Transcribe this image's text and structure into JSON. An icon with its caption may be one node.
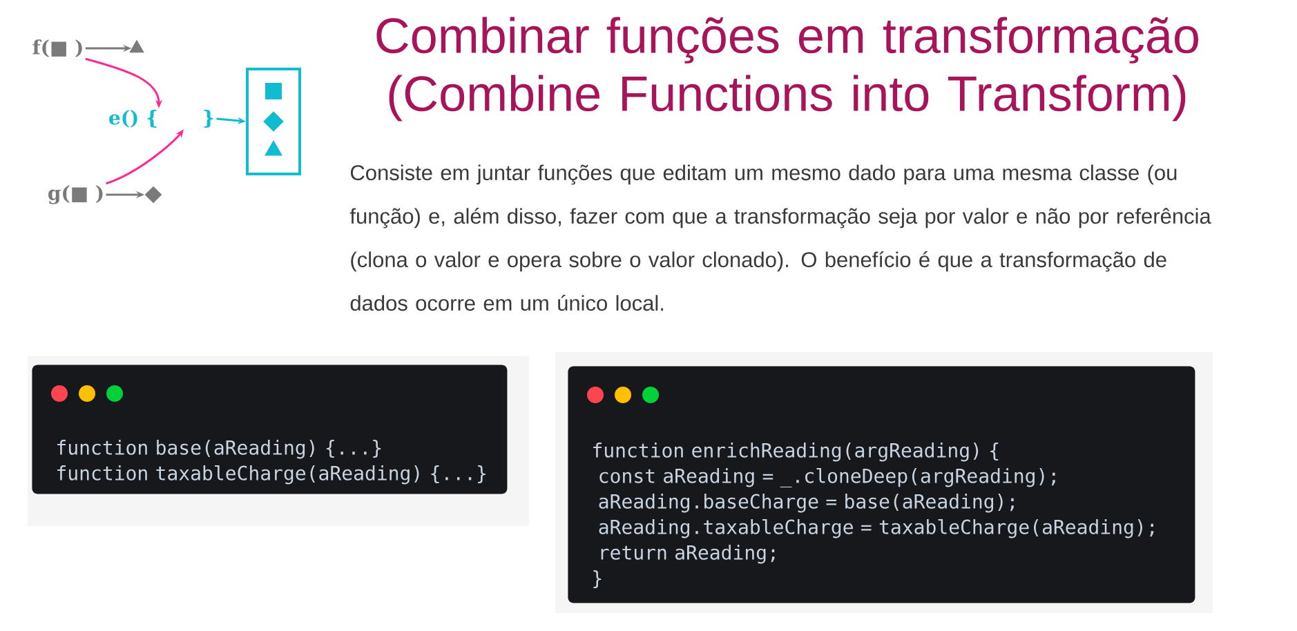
{
  "diagram": {
    "title": "Combinar funções em transformação (Combine Functions into Transform)",
    "nodes": [
      {
        "text": [
          "f(■ )"
        ]
      },
      {
        "text": [],
        "shape": "triangle"
      },
      {
        "text": [
          "g(■ )"
        ]
      },
      {
        "text": [],
        "shape": "diamond"
      },
      {
        "text": [
          "e() {",
          "}"
        ]
      },
      {
        "text": [],
        "shape": "box"
      },
      {
        "text": [],
        "shape": "square",
        "in": 5
      },
      {
        "text": [],
        "shape": "diamond",
        "in": 5
      },
      {
        "text": [],
        "shape": "triangle",
        "in": 5
      },
      {
        "text": [
          "function base(aReading) {...}",
          "function taxableCharge(aReading) {...}"
        ]
      },
      {
        "text": [
          "function enrichReading(argReading) {",
          "  const aReading = _.cloneDeep(argReading);",
          "  aReading.baseCharge = base(aReading);",
          "  aReading.taxableCharge = taxableCharge(aReading);",
          "  return aReading;",
          "}"
        ]
      }
    ],
    "edges": [
      {
        "from": 0,
        "to": 1,
        "arrow": "to"
      },
      {
        "from": 2,
        "to": 3,
        "arrow": "to"
      },
      {
        "from": 0,
        "to": 4,
        "arrow": "to",
        "color": "#ff2a8f"
      },
      {
        "from": 2,
        "to": 4,
        "arrow": "to",
        "color": "#ff2a8f"
      },
      {
        "from": 4,
        "to": 5,
        "arrow": "to",
        "color": "#12bcd0"
      }
    ],
    "labels": [
      "Consiste em juntar funções que editam um mesmo dado para uma mesma classe (ou função) e, além disso, fazer com que a transformação seja por valor e não por referência (clona o valor e opera sobre o valor clonado). O benefício é que a transformação de dados ocorre em um único local."
    ]
  }
}
